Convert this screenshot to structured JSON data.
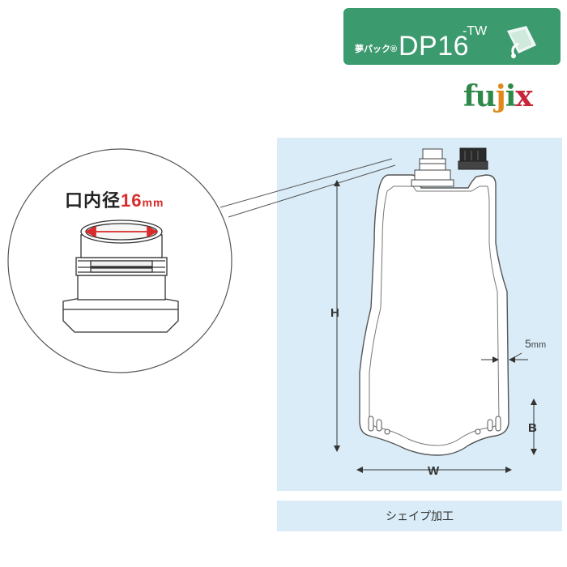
{
  "badge": {
    "subtitle": "夢パック®",
    "code": "DP16",
    "suffix": "-TW",
    "icon": "pouch-logo-icon"
  },
  "brand": {
    "letters": [
      "f",
      "u",
      "j",
      "i",
      "x"
    ],
    "colors": [
      "#2f8a4a",
      "#2f8a4a",
      "#e08a1c",
      "#2f8a4a",
      "#c8243a"
    ]
  },
  "spout": {
    "label": "口内径",
    "value": "16",
    "unit": "mm"
  },
  "dimensions": {
    "height": "H",
    "width": "W",
    "bottom": "B",
    "thickness_value": "5",
    "thickness_unit": "mm"
  },
  "caption": "シェイプ加工",
  "colors": {
    "badge_green": "#3c9a6f",
    "panel_blue": "#d9ecf7",
    "accent_red": "#d92b2b"
  }
}
